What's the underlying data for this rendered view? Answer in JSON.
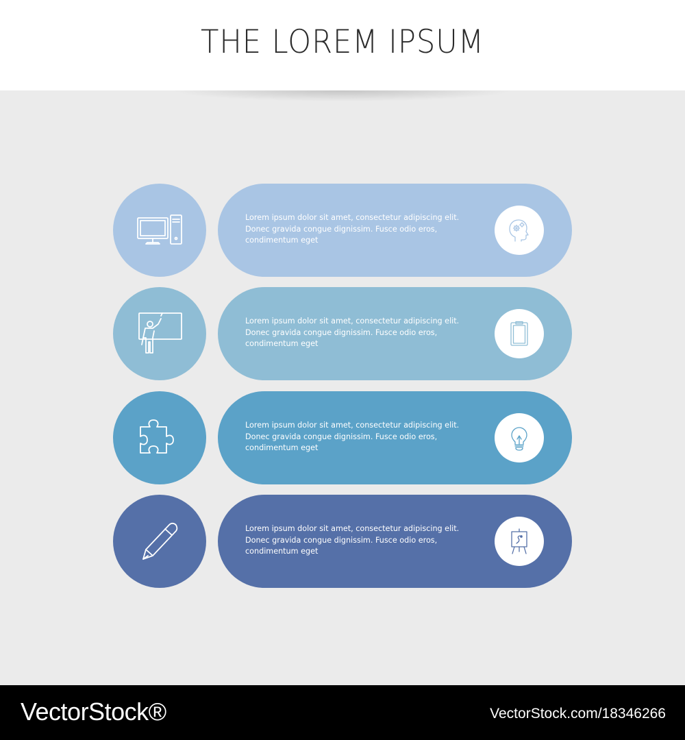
{
  "header": {
    "title": "THE LOREM IPSUM"
  },
  "rows": [
    {
      "circle_icon": "computer-icon",
      "badge_icon": "head-gears-icon",
      "color": "#a9c5e4",
      "lines": [
        "Lorem ipsum dolor sit amet, consectetur adipiscing elit.",
        "Donec gravida congue dignissim. Fusce odio eros,",
        "condimentum eget"
      ]
    },
    {
      "circle_icon": "teacher-board-icon",
      "badge_icon": "clipboard-icon",
      "color": "#8fbdd5",
      "lines": [
        "Lorem ipsum dolor sit amet, consectetur adipiscing elit.",
        "Donec gravida congue dignissim. Fusce odio eros,",
        "condimentum eget"
      ]
    },
    {
      "circle_icon": "puzzle-icon",
      "badge_icon": "lightbulb-icon",
      "color": "#5ba2c8",
      "lines": [
        "Lorem ipsum dolor sit amet, consectetur adipiscing elit.",
        "Donec gravida congue dignissim. Fusce odio eros,",
        "condimentum eget"
      ]
    },
    {
      "circle_icon": "pen-icon",
      "badge_icon": "easel-icon",
      "color": "#5570a8",
      "lines": [
        "Lorem ipsum dolor sit amet, consectetur adipiscing elit.",
        "Donec gravida congue dignissim. Fusce odio eros,",
        "condimentum eget"
      ]
    }
  ],
  "footer": {
    "brand": "VectorStock®",
    "id": "VectorStock.com/18346266"
  }
}
